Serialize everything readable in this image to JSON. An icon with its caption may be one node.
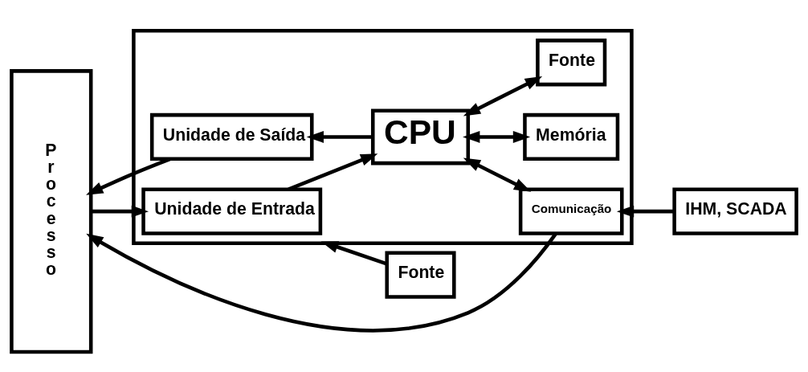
{
  "diagram": {
    "nodes": [
      {
        "text": [
          "Processo"
        ]
      },
      {
        "text": [],
        "shape": "box"
      },
      {
        "text": [
          "Unidade de Entrada"
        ],
        "in": 1
      },
      {
        "text": [
          "CPU"
        ],
        "in": 1
      },
      {
        "text": [
          "Fonte"
        ],
        "in": 1
      },
      {
        "text": [
          "Memória"
        ],
        "in": 1
      },
      {
        "text": [
          "Comunicação"
        ],
        "in": 1
      },
      {
        "text": [
          "Unidade de Saída"
        ],
        "in": 1
      },
      {
        "text": [
          "Fonte"
        ]
      },
      {
        "text": [
          "IHM, SCADA"
        ]
      }
    ],
    "edges": [
      {
        "from": 0,
        "to": 2,
        "arrow": "to"
      },
      {
        "from": 2,
        "to": 3,
        "arrow": "to"
      },
      {
        "from": 3,
        "to": 4,
        "arrow": "both"
      },
      {
        "from": 3,
        "to": 5,
        "arrow": "both"
      },
      {
        "from": 3,
        "to": 6,
        "arrow": "both"
      },
      {
        "from": 3,
        "to": 7,
        "arrow": "to"
      },
      {
        "from": 7,
        "to": 0,
        "arrow": "to"
      },
      {
        "from": 8,
        "to": 1,
        "arrow": "to"
      },
      {
        "from": 9,
        "to": 6,
        "arrow": "to"
      },
      {
        "from": 6,
        "to": 0,
        "arrow": "to"
      }
    ]
  }
}
